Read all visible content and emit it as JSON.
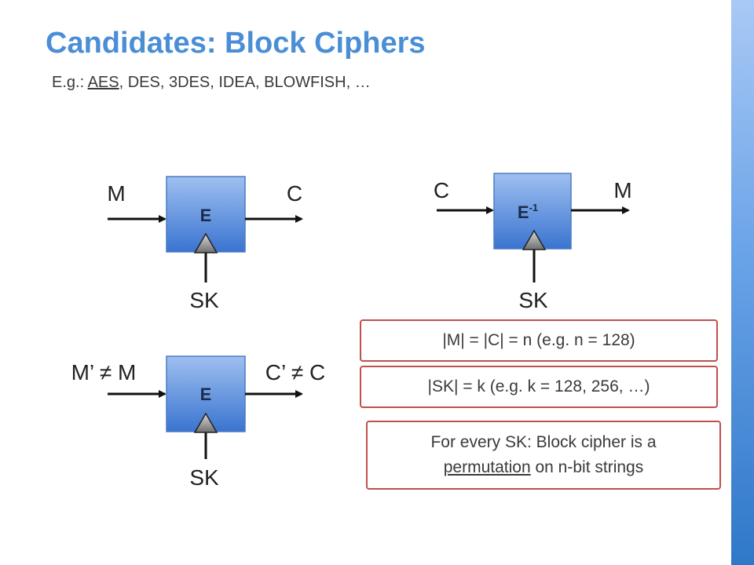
{
  "slide": {
    "title": "Candidates: Block Ciphers",
    "subtitle": {
      "prefix": "E.g.: ",
      "highlight": "AES",
      "rest": ", DES, 3DES, IDEA, BLOWFISH, …"
    }
  },
  "diagram": {
    "enc_box": {
      "label": "E",
      "input": "M",
      "output": "C",
      "key": "SK"
    },
    "dec_box": {
      "label": "E",
      "label_sup": "-1",
      "input": "C",
      "output": "M",
      "key": "SK"
    },
    "enc_box2": {
      "label": "E",
      "input": "M’ ≠ M",
      "output": "C’ ≠ C",
      "key": "SK"
    }
  },
  "info": {
    "block_size": "|M| = |C| = n (e.g. n = 128)",
    "key_size": "|SK| = k (e.g. k = 128, 256, …)",
    "permutation": {
      "line1": "For every SK: Block cipher is a",
      "highlight": "permutation",
      "line2_rest": " on n-bit strings"
    }
  },
  "colors": {
    "title": "#4a8ed6",
    "box_fill_top": "#8fb6ee",
    "box_fill_bottom": "#3c78d8",
    "info_border": "#c0504d",
    "side_bar": "#2f78c8"
  }
}
